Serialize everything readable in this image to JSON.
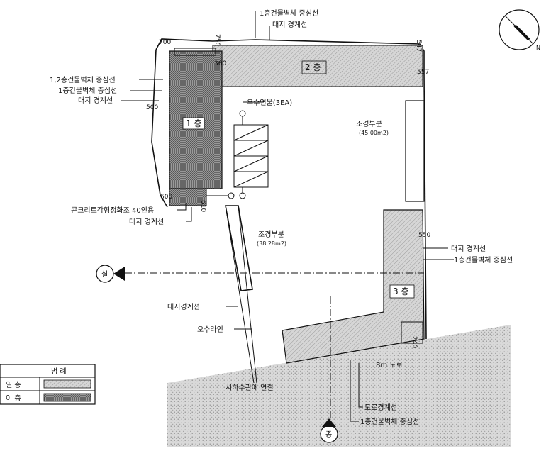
{
  "labels": {
    "center_1f_top": "1층건물벽체 중심선",
    "boundary_top": "대지 경계선",
    "center_12f_left": "1,2층건물벽체 중심선",
    "center_1f_left": "1층건물벽체 중심선",
    "boundary_left": "대지 경계선",
    "rain_basin": "우수연물(3EA)",
    "septic_tank": "콘크리트각형정화조  40인용",
    "boundary_left_low": "대지 경계선",
    "landscape_1": "조경부분",
    "landscape_1_area": "(45.00m2)",
    "landscape_2": "조경부분",
    "landscape_2_area": "(38.28m2)",
    "boundary_right": "대지 경계선",
    "center_1f_right": "1층건물벽체 중심선",
    "boundary_mid": "대지경계선",
    "sewer_line": "오수라인",
    "sewer_connect": "시하수관에 연결",
    "road": "8m 도로",
    "road_boundary": "도로경계선",
    "center_1f_bottom": "1층건물벽체 중심선"
  },
  "rooms": {
    "room1": "1 층",
    "room2": "2 층",
    "room3": "3 층"
  },
  "dims": {
    "d700": "700",
    "d750": "750",
    "d360": "360",
    "d500": "500",
    "d600": "600",
    "d610": "610",
    "d547": "547",
    "d557": "557",
    "d550": "550",
    "d240": "240"
  },
  "markers": {
    "section_left": "실",
    "section_bottom": "종"
  },
  "legend": {
    "title": "범    례",
    "row1": "일  층",
    "row2": "이  층"
  }
}
